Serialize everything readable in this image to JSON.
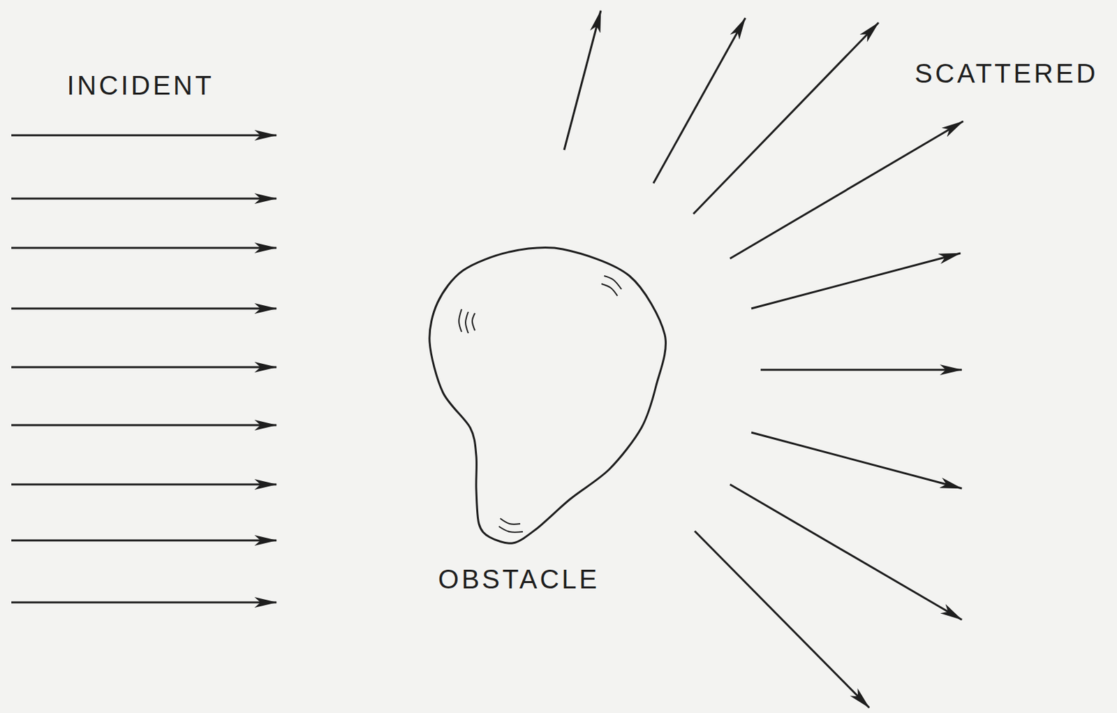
{
  "diagram": {
    "nodes": [
      {
        "text": [
          "OBSTACLE"
        ]
      }
    ],
    "labels": [
      "INCIDENT",
      "SCATTERED"
    ]
  }
}
